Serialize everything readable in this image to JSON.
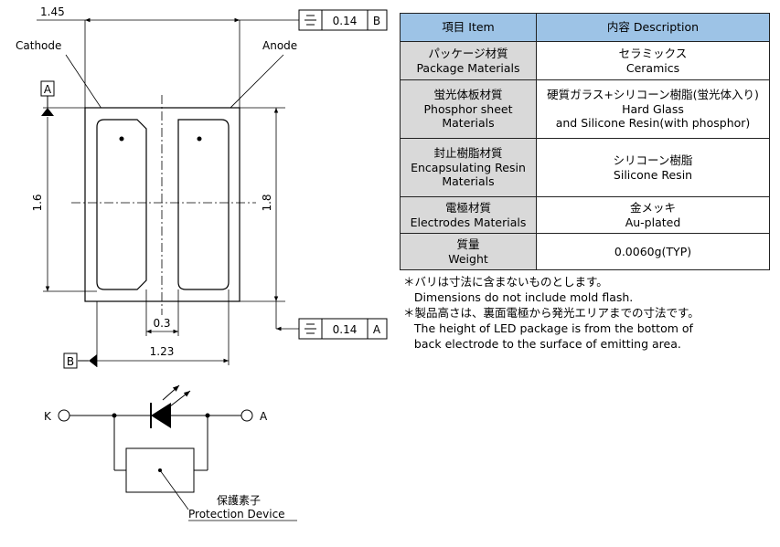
{
  "diagram": {
    "dim_top": "1.45",
    "cathode_label": "Cathode",
    "anode_label": "Anode",
    "datum_a": "A",
    "datum_b": "B",
    "tol_top": {
      "value": "0.14",
      "ref": "B"
    },
    "tol_bottom": {
      "value": "0.14",
      "ref": "A"
    },
    "dim_height_left": "1.6",
    "dim_height_right": "1.8",
    "dim_gap": "0.3",
    "dim_width": "1.23",
    "circuit_k": "K",
    "circuit_a": "A",
    "protection_jp": "保護素子",
    "protection_en": "Protection Device"
  },
  "table": {
    "header": {
      "item": "項目 Item",
      "desc": "内容 Description"
    },
    "rows": [
      {
        "label": [
          "パッケージ材質",
          "Package Materials"
        ],
        "value": [
          "セラミックス",
          "Ceramics"
        ]
      },
      {
        "label": [
          "蛍光体板材質",
          "Phosphor sheet",
          "Materials"
        ],
        "value": [
          "硬質ガラス+シリコーン樹脂(蛍光体入り)",
          "Hard Glass",
          "and Silicone Resin(with phosphor)"
        ]
      },
      {
        "label": [
          "封止樹脂材質",
          "Encapsulating Resin",
          "Materials"
        ],
        "value": [
          "シリコーン樹脂",
          "Silicone Resin"
        ]
      },
      {
        "label": [
          "電極材質",
          "Electrodes Materials"
        ],
        "value": [
          "金メッキ",
          "Au-plated"
        ]
      },
      {
        "label": [
          "質量",
          "Weight"
        ],
        "value": [
          "0.0060g(TYP)"
        ]
      }
    ]
  },
  "notes": [
    "＊バリは寸法に含まないものとします。",
    "   Dimensions do not include mold flash.",
    "＊製品高さは、裏面電極から発光エリアまでの寸法です。",
    "   The height of LED package is from the bottom of",
    "   back electrode to the surface of emitting area."
  ]
}
